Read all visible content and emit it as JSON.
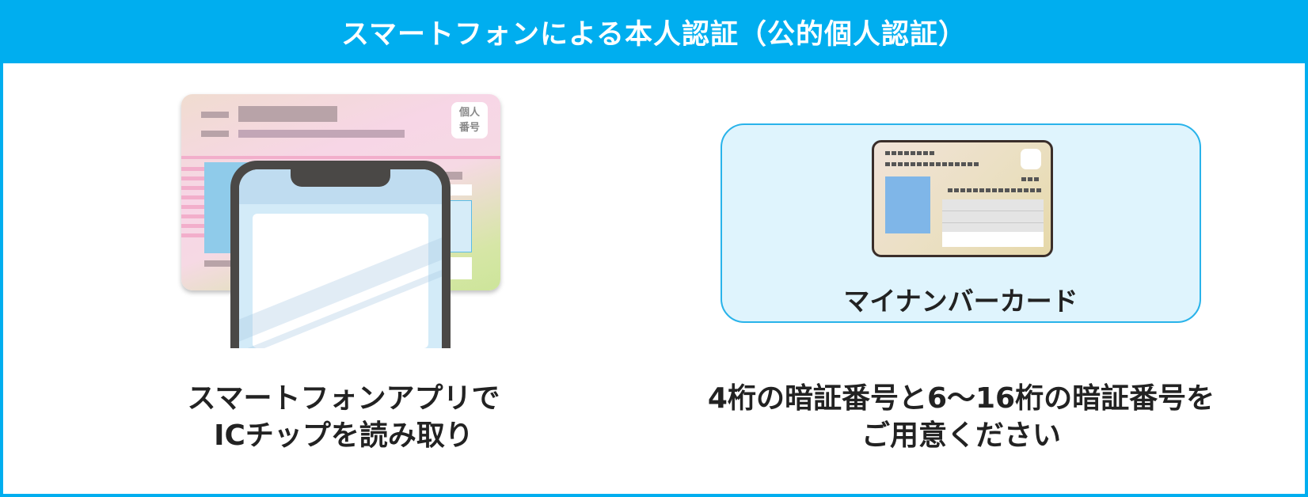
{
  "header": {
    "title": "スマートフォンによる本人認証（公的個人認証）"
  },
  "left": {
    "card_badge_line1": "個人",
    "card_badge_line2": "番号",
    "caption_line1": "スマートフォンアプリで",
    "caption_line2": "ICチップを読み取り"
  },
  "right": {
    "card_label": "マイナンバーカード",
    "caption_line1": "4桁の暗証番号と6〜16桁の暗証番号を",
    "caption_line2": "ご用意ください"
  },
  "colors": {
    "accent": "#00aeef",
    "box_bg": "#dff4fd"
  }
}
